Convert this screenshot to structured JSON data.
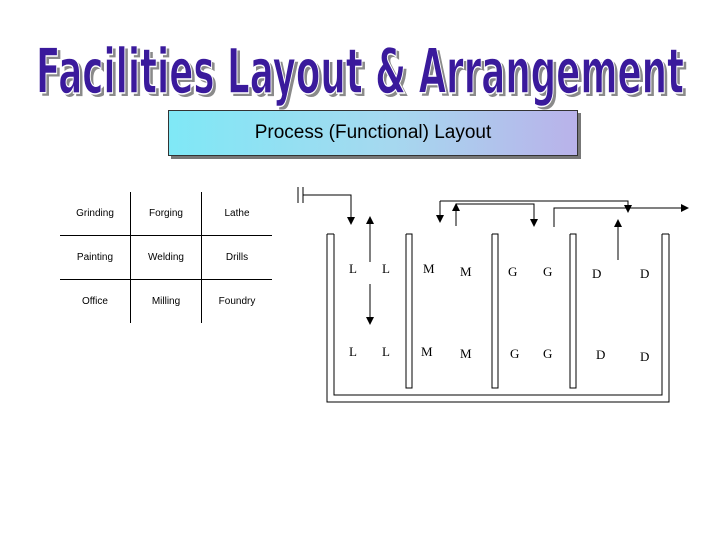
{
  "header": {
    "title": "Facilities Layout & Arrangement",
    "title_color": "#3a1a9c",
    "title_outline": "#c8c8c8"
  },
  "subtitle": "Process (Functional) Layout",
  "departments": [
    [
      "Grinding",
      "Forging",
      "Lathe"
    ],
    [
      "Painting",
      "Welding",
      "Drills"
    ],
    [
      "Office",
      "Milling",
      "Foundry"
    ]
  ],
  "machines": {
    "row1": [
      "L",
      "L",
      "M",
      "M",
      "G",
      "G",
      "D",
      "D"
    ],
    "row2": [
      "L",
      "L",
      "M",
      "M",
      "G",
      "G",
      "D",
      "D"
    ]
  }
}
